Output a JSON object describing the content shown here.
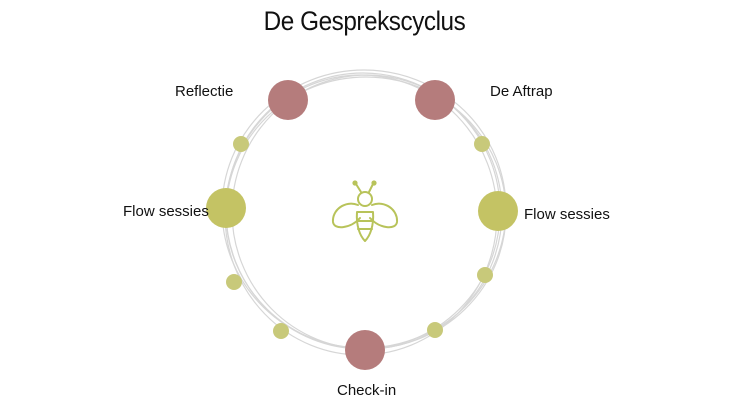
{
  "title": "De Gesprekscyclus",
  "colors": {
    "stage_node": "#b57c7c",
    "flow_node": "#c4c364",
    "small_node": "#c8c97a",
    "ring": "#d6d6d6",
    "bee": "#b8c35a"
  },
  "stages": {
    "reflectie": "Reflectie",
    "aftrap": "De Aftrap",
    "flow_left": "Flow sessies",
    "flow_right": "Flow sessies",
    "checkin": "Check-in"
  },
  "center_icon": "bee-icon"
}
